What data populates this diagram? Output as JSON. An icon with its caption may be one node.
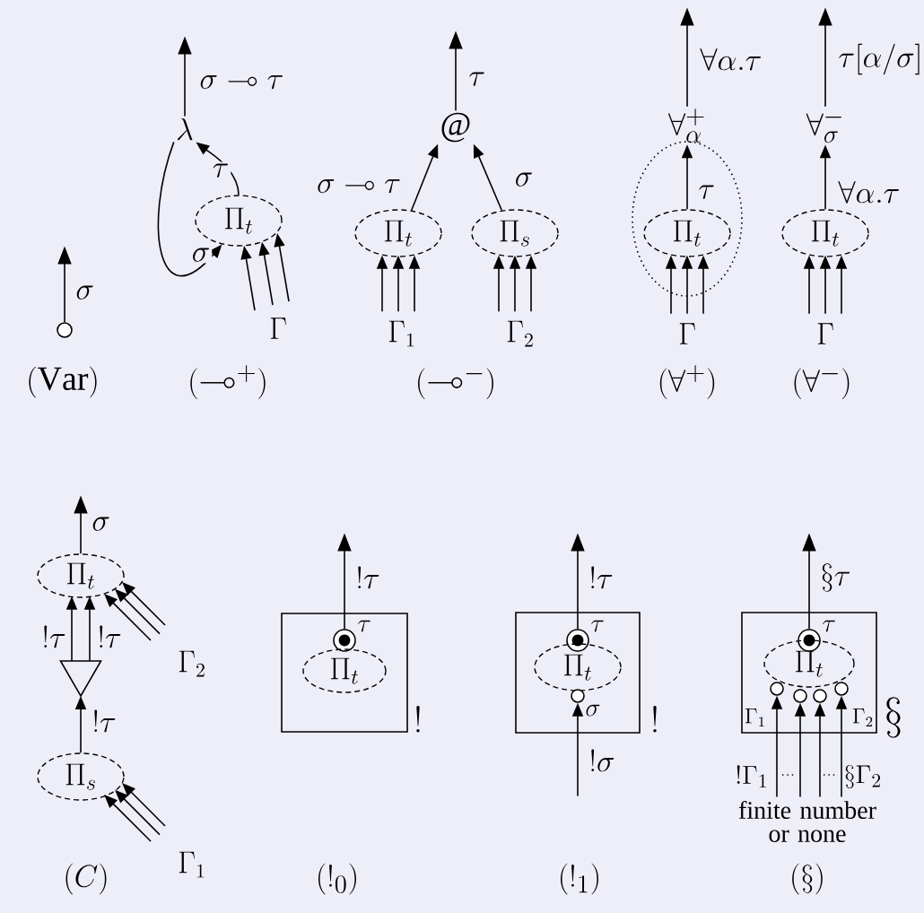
{
  "diagram": {
    "nodes": [
      {
        "text": [],
        "shape": "circle"
      },
      {
        "text": [
          "\\lambda"
        ]
      },
      {
        "text": [
          "\\Pi_t"
        ]
      },
      {
        "text": [
          "\\Gamma"
        ]
      },
      {
        "text": [
          "@"
        ]
      },
      {
        "text": [
          "\\Pi_t"
        ]
      },
      {
        "text": [
          "\\Pi_s"
        ]
      },
      {
        "text": [
          "\\Gamma_1"
        ]
      },
      {
        "text": [
          "\\Gamma_2"
        ]
      },
      {
        "text": [
          "\\forall^{+}_{\\alpha}"
        ]
      },
      {
        "text": [],
        "shape": "ellipse"
      },
      {
        "text": [
          "\\Pi_t"
        ],
        "in": 10
      },
      {
        "text": [
          "\\Gamma"
        ]
      },
      {
        "text": [
          "\\forall^{-}_{\\sigma}"
        ]
      },
      {
        "text": [
          "\\Pi_t"
        ]
      },
      {
        "text": [
          "\\Gamma"
        ]
      },
      {
        "text": [
          "\\Pi_t"
        ]
      },
      {
        "text": [],
        "shape": "triangle"
      },
      {
        "text": [
          "\\Pi_s"
        ]
      },
      {
        "text": [
          "\\Gamma_2"
        ]
      },
      {
        "text": [
          "\\Gamma_1"
        ]
      },
      {
        "text": [
          "!"
        ]
      },
      {
        "text": [],
        "shape": "circle",
        "in": 21,
        "beside": [
          "\\tau"
        ]
      },
      {
        "text": [
          "\\Pi_t"
        ],
        "in": 21
      },
      {
        "text": [
          "!"
        ]
      },
      {
        "text": [],
        "shape": "circle",
        "in": 24,
        "beside": [
          "\\tau"
        ]
      },
      {
        "text": [
          "\\Pi_t"
        ],
        "in": 24
      },
      {
        "text": [],
        "shape": "circle",
        "in": 24,
        "beside": [
          "\\sigma"
        ]
      },
      {
        "text": [
          "\\S"
        ]
      },
      {
        "text": [],
        "shape": "circle",
        "in": 28,
        "beside": [
          "\\tau"
        ]
      },
      {
        "text": [
          "\\Pi_t"
        ],
        "in": 28
      },
      {
        "text": [],
        "shape": "circle",
        "in": 28
      },
      {
        "text": [],
        "shape": "circle",
        "in": 28
      },
      {
        "text": [],
        "shape": "circle",
        "in": 28
      },
      {
        "text": [],
        "shape": "circle",
        "in": 28
      },
      {
        "text": [
          "finite number or none"
        ]
      }
    ],
    "edges": [
      {
        "from": 0,
        "to": null,
        "arrow": "to",
        "label": "\\sigma"
      },
      {
        "from": 1,
        "to": null,
        "arrow": "to",
        "label": "\\sigma\\multimap\\tau"
      },
      {
        "from": 2,
        "to": 1,
        "arrow": "to",
        "label": "\\tau"
      },
      {
        "from": 1,
        "to": 2,
        "arrow": "to",
        "label": "\\sigma"
      },
      {
        "from": 3,
        "to": 2,
        "arrow": "to"
      },
      {
        "from": 3,
        "to": 2,
        "arrow": "to"
      },
      {
        "from": 3,
        "to": 2,
        "arrow": "to"
      },
      {
        "from": 4,
        "to": null,
        "arrow": "to",
        "label": "\\tau"
      },
      {
        "from": 5,
        "to": 4,
        "arrow": "to",
        "label": "\\sigma\\multimap\\tau"
      },
      {
        "from": 6,
        "to": 4,
        "arrow": "to",
        "label": "\\sigma"
      },
      {
        "from": 7,
        "to": 5,
        "arrow": "to"
      },
      {
        "from": 7,
        "to": 5,
        "arrow": "to"
      },
      {
        "from": 7,
        "to": 5,
        "arrow": "to"
      },
      {
        "from": 8,
        "to": 6,
        "arrow": "to"
      },
      {
        "from": 8,
        "to": 6,
        "arrow": "to"
      },
      {
        "from": 8,
        "to": 6,
        "arrow": "to"
      },
      {
        "from": 9,
        "to": null,
        "arrow": "to",
        "label": "\\forall\\alpha.\\tau"
      },
      {
        "from": 11,
        "to": 9,
        "arrow": "to",
        "label": "\\tau"
      },
      {
        "from": 12,
        "to": 11,
        "arrow": "to"
      },
      {
        "from": 12,
        "to": 11,
        "arrow": "to"
      },
      {
        "from": 12,
        "to": 11,
        "arrow": "to"
      },
      {
        "from": 13,
        "to": null,
        "arrow": "to",
        "label": "\\tau[\\alpha/\\sigma]"
      },
      {
        "from": 14,
        "to": 13,
        "arrow": "to",
        "label": "\\forall\\alpha.\\tau"
      },
      {
        "from": 15,
        "to": 14,
        "arrow": "to"
      },
      {
        "from": 15,
        "to": 14,
        "arrow": "to"
      },
      {
        "from": 15,
        "to": 14,
        "arrow": "to"
      },
      {
        "from": 16,
        "to": null,
        "arrow": "to",
        "label": "\\sigma"
      },
      {
        "from": 17,
        "to": 16,
        "arrow": "to",
        "label": "!\\tau"
      },
      {
        "from": 17,
        "to": 16,
        "arrow": "to",
        "label": "!\\tau"
      },
      {
        "from": 18,
        "to": 17,
        "arrow": "to",
        "label": "!\\tau"
      },
      {
        "from": 19,
        "to": 16,
        "arrow": "to"
      },
      {
        "from": 19,
        "to": 16,
        "arrow": "to"
      },
      {
        "from": 19,
        "to": 16,
        "arrow": "to"
      },
      {
        "from": 20,
        "to": 18,
        "arrow": "to"
      },
      {
        "from": 20,
        "to": 18,
        "arrow": "to"
      },
      {
        "from": 20,
        "to": 18,
        "arrow": "to"
      },
      {
        "from": 22,
        "to": null,
        "arrow": "to",
        "label": "!\\tau"
      },
      {
        "from": 25,
        "to": null,
        "arrow": "to",
        "label": "!\\tau"
      },
      {
        "from": null,
        "to": 27,
        "arrow": "to",
        "label": "!\\sigma"
      },
      {
        "from": 29,
        "to": null,
        "arrow": "to",
        "label": "\\S\\tau"
      },
      {
        "from": 35,
        "to": 31,
        "arrow": "to"
      },
      {
        "from": 35,
        "to": 32,
        "arrow": "to"
      },
      {
        "from": 35,
        "to": 33,
        "arrow": "to"
      },
      {
        "from": 35,
        "to": 34,
        "arrow": "to"
      }
    ],
    "labels": [
      "(\\mathrm{Var})",
      "(\\multimap^{+})",
      "(\\multimap^{-})",
      "(\\forall^{+})",
      "(\\forall^{-})",
      "\\Gamma_1",
      "\\Gamma_2",
      "!\\Gamma_1",
      "\\S\\Gamma_2",
      "(C)",
      "(!_0)",
      "(!_1)",
      "(\\S)"
    ]
  }
}
